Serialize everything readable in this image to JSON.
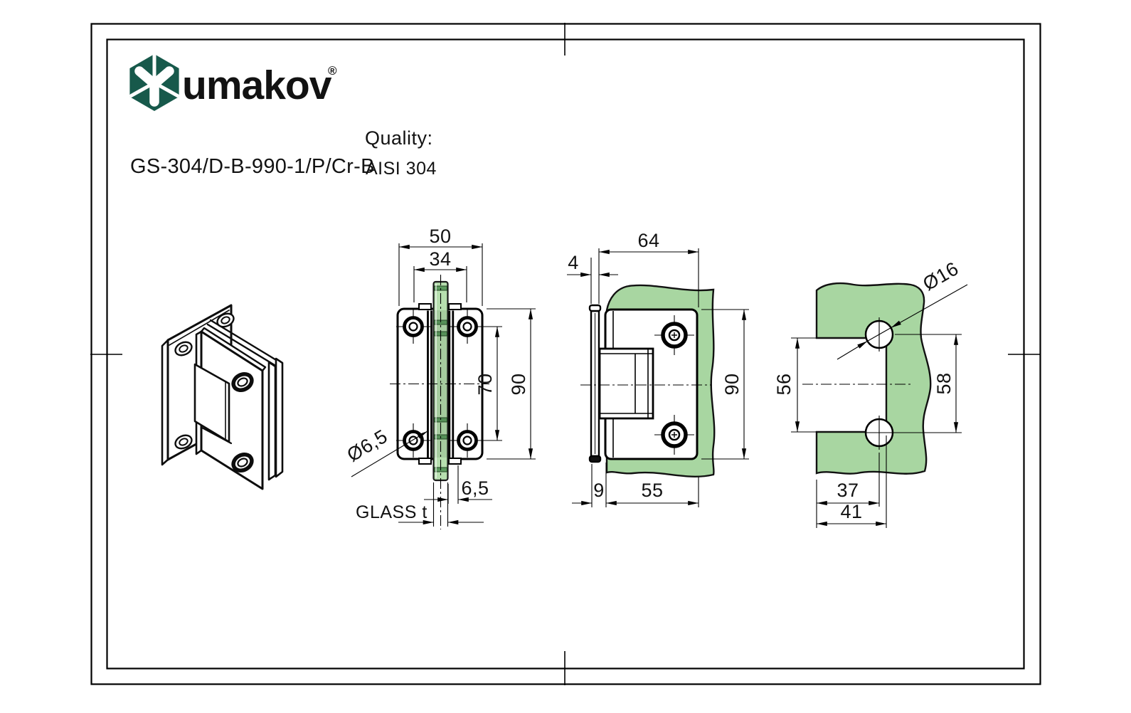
{
  "header": {
    "brand": "umakov",
    "registered_mark": "®",
    "product_code": "GS-304/D-B-990-1/P/Cr-B",
    "quality_label": "Quality:",
    "quality_value": "AISI 304"
  },
  "colors": {
    "brand_green": "#17594b",
    "glass_panel_green": "#a8d6a1",
    "glass_strip_green": "#b7dfaf",
    "glass_band_green": "#5c9a5e",
    "line_black": "#000000"
  },
  "views": {
    "front": {
      "dims": {
        "overall_width": "50",
        "inner_width": "34",
        "screw_spacing_vertical": "70",
        "overall_height": "90",
        "screw_hole_diameter": "Ø6,5",
        "pivot_offset": "6,5",
        "glass_thickness_label": "GLASS t"
      }
    },
    "side": {
      "dims": {
        "overall_depth": "64",
        "wall_plate_thickness": "4",
        "overall_height": "90",
        "hinge_offset": "9",
        "body_depth": "55"
      }
    },
    "glass_prep": {
      "dims": {
        "hole_diameter": "Ø16",
        "cutout_height": "56",
        "hole_spacing": "58",
        "hole_center_offset": "37",
        "cutout_depth": "41"
      }
    }
  }
}
